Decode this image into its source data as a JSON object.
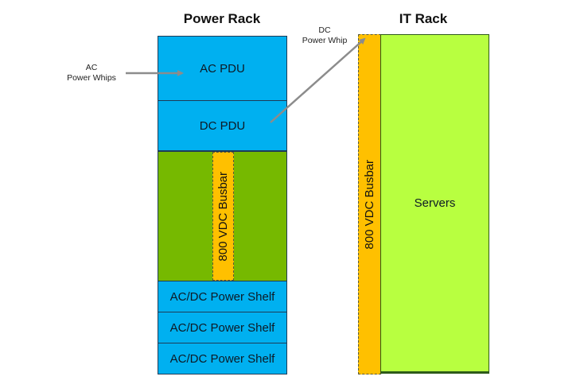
{
  "power_rack": {
    "title": "Power Rack",
    "ac_pdu": "AC PDU",
    "dc_pdu": "DC PDU",
    "busbar": "800 VDC Busbar",
    "shelves": [
      "AC/DC Power Shelf",
      "AC/DC Power Shelf",
      "AC/DC Power Shelf"
    ]
  },
  "it_rack": {
    "title": "IT Rack",
    "busbar": "800 VDC Busbar",
    "servers": "Servers"
  },
  "annotations": {
    "ac_whips_line1": "AC",
    "ac_whips_line2": "Power Whips",
    "dc_whip_line1": "DC",
    "dc_whip_line2": "Power Whip"
  },
  "colors": {
    "pdu_shelf_blue": "#00b0f0",
    "power_rack_green": "#76b900",
    "busbar_orange": "#ffc000",
    "servers_lime": "#b8ff40",
    "arrow_gray": "#8c8c8c"
  }
}
